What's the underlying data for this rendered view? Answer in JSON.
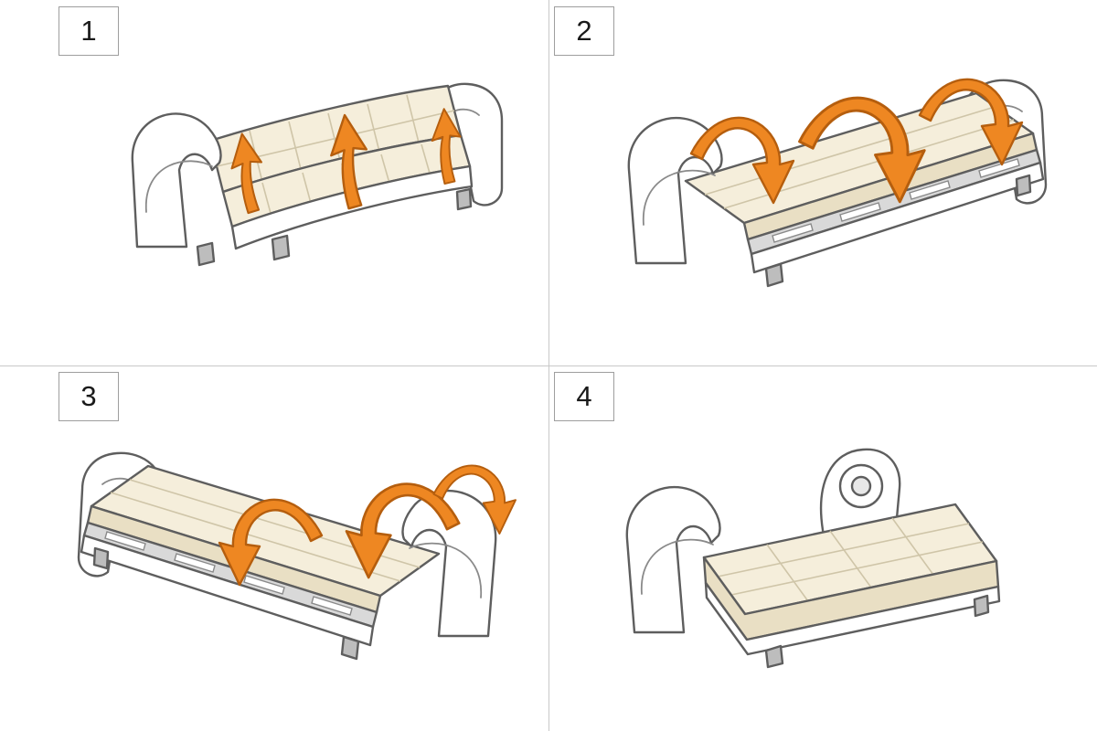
{
  "colors": {
    "arrow": "#EE8722",
    "arrow_outline": "#B55E0E",
    "cushion": "#F5EEDB",
    "cushion_shadow": "#E9DFC4",
    "tuft": "#CFC5A8",
    "frame": "#FFFFFF",
    "outline": "#5E5E5E",
    "divider": "#C8C8C8",
    "step_box_border": "#9E9E9E",
    "step_number": "#1A1A1A",
    "background": "#FFFFFF"
  },
  "diagram": {
    "type": "instruction-steps",
    "subject": "sofa-bed conversion into a bed",
    "grid": "2x2",
    "steps": [
      {
        "number": "1",
        "depicts": "sofa with three orange arrows lifting the seat upward"
      },
      {
        "number": "2",
        "depicts": "backrest folded down onto open frame, three orange arrows arcing downward, slats visible"
      },
      {
        "number": "3",
        "depicts": "mirrored view, cushion section unfolded forward with three orange curved arrows"
      },
      {
        "number": "4",
        "depicts": "fully unfolded flat tufted bed between the two armrests"
      }
    ]
  },
  "panels": [
    {
      "number": "1"
    },
    {
      "number": "2"
    },
    {
      "number": "3"
    },
    {
      "number": "4"
    }
  ]
}
